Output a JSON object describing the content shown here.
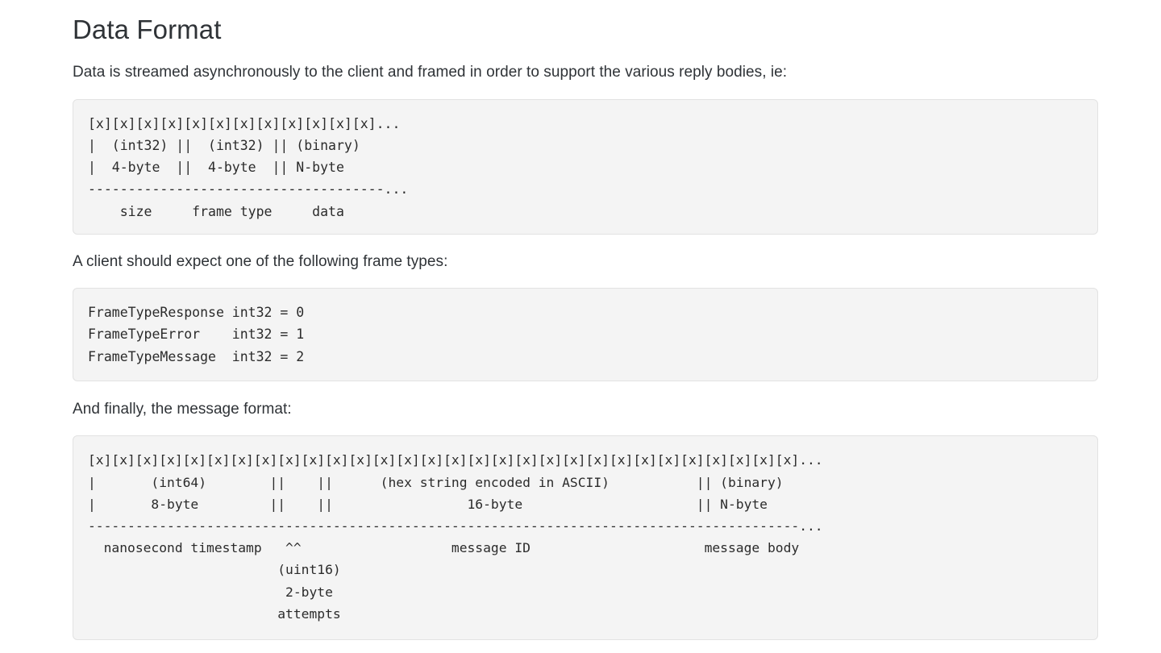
{
  "page": {
    "title": "Data Format"
  },
  "paragraphs": {
    "intro": "Data is streamed asynchronously to the client and framed in order to support the various reply bodies, ie:",
    "frame_types_lead": "A client should expect one of the following frame types:",
    "message_format_lead": "And finally, the message format:"
  },
  "code_blocks": {
    "frame_layout": {
      "language": "text",
      "lines": [
        "[x][x][x][x][x][x][x][x][x][x][x][x]...",
        "|  (int32) ||  (int32) || (binary)",
        "|  4-byte  ||  4-byte  || N-byte",
        "-------------------------------------...",
        "    size     frame type     data"
      ],
      "fields": [
        {
          "name": "size",
          "type": "int32",
          "width": "4-byte"
        },
        {
          "name": "frame type",
          "type": "int32",
          "width": "4-byte"
        },
        {
          "name": "data",
          "type": "binary",
          "width": "N-byte"
        }
      ]
    },
    "frame_types": {
      "language": "text",
      "lines": [
        "FrameTypeResponse int32 = 0",
        "FrameTypeError    int32 = 1",
        "FrameTypeMessage  int32 = 2"
      ],
      "constants": [
        {
          "name": "FrameTypeResponse",
          "type": "int32",
          "value": "0"
        },
        {
          "name": "FrameTypeError",
          "type": "int32",
          "value": "1"
        },
        {
          "name": "FrameTypeMessage",
          "type": "int32",
          "value": "2"
        }
      ]
    },
    "message_layout": {
      "language": "text",
      "lines": [
        "[x][x][x][x][x][x][x][x][x][x][x][x][x][x][x][x][x][x][x][x][x][x][x][x][x][x][x][x][x][x]...",
        "|       (int64)        ||    ||      (hex string encoded in ASCII)           || (binary)",
        "|       8-byte         ||    ||                 16-byte                      || N-byte",
        "------------------------------------------------------------------------------------------...",
        "  nanosecond timestamp   ^^                   message ID                      message body",
        "                        (uint16)",
        "                         2-byte",
        "                        attempts"
      ],
      "fields": [
        {
          "name": "nanosecond timestamp",
          "type": "int64",
          "width": "8-byte"
        },
        {
          "name": "attempts",
          "type": "uint16",
          "width": "2-byte"
        },
        {
          "name": "message ID",
          "type": "hex string encoded in ASCII",
          "width": "16-byte"
        },
        {
          "name": "message body",
          "type": "binary",
          "width": "N-byte"
        }
      ]
    }
  },
  "colors": {
    "text": "#2f3337",
    "code_text": "#2b2b2b",
    "code_background": "#f4f4f4",
    "code_border": "#e2e2e2",
    "page_background": "#ffffff"
  }
}
